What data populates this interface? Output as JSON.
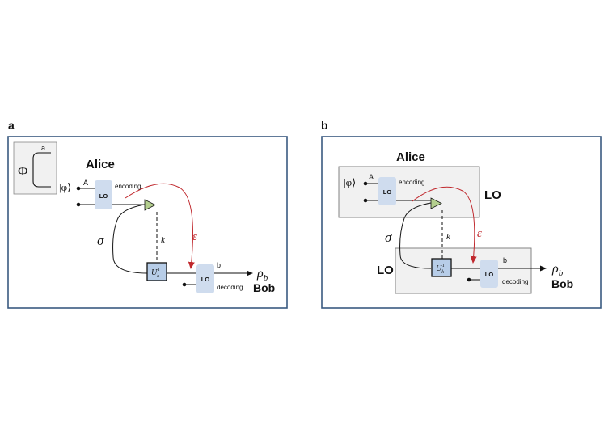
{
  "colors": {
    "frame": "#3a5a80",
    "lo_box": "#cfdcee",
    "u_box": "#b7cde8",
    "amp": "#b4cf8e",
    "channel": "#c0282d",
    "inset_bg": "#f1f1f1"
  },
  "panel_a": {
    "label": "a",
    "inset": {
      "phi": "Φ",
      "mode": "a"
    },
    "alice": "Alice",
    "ket": "|φ⟩",
    "mode_A": "A",
    "lo": "LO",
    "encoding": "encoding",
    "sigma": "σ",
    "k": "k",
    "epsilon": "ε",
    "unitary": "U",
    "unitary_sub": "k",
    "unitary_sup": "-1",
    "mode_b": "b",
    "lo2": "LO",
    "decoding": "decoding",
    "rho": "ρ",
    "rho_sub": "b",
    "bob": "Bob"
  },
  "panel_b": {
    "label": "b",
    "alice": "Alice",
    "ket": "|φ⟩",
    "mode_A": "A",
    "lo": "LO",
    "encoding": "encoding",
    "lo_group_alice": "LO",
    "sigma": "σ",
    "k": "k",
    "epsilon": "ε",
    "lo_group_bob": "LO",
    "unitary": "U",
    "unitary_sub": "k",
    "unitary_sup": "-1",
    "mode_b": "b",
    "lo2": "LO",
    "decoding": "decoding",
    "rho": "ρ",
    "rho_sub": "b",
    "bob": "Bob"
  }
}
